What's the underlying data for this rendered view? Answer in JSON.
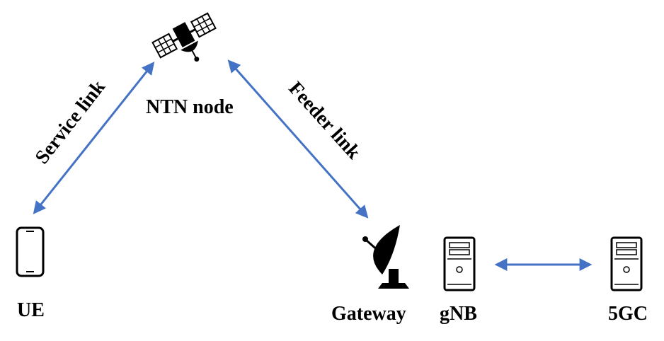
{
  "nodes": {
    "ntn": {
      "label": "NTN node",
      "icon": "satellite-icon"
    },
    "ue": {
      "label": "UE",
      "icon": "smartphone-icon"
    },
    "gateway": {
      "label": "Gateway",
      "icon": "satellite-dish-icon"
    },
    "gnb": {
      "label": "gNB",
      "icon": "server-tower-icon"
    },
    "core": {
      "label": "5GC",
      "icon": "server-tower-icon"
    }
  },
  "links": {
    "service": {
      "label": "Service link"
    },
    "feeder": {
      "label": "Feeder link"
    }
  },
  "colors": {
    "arrow": "#4472c4",
    "text": "#000000",
    "icon": "#000000"
  }
}
